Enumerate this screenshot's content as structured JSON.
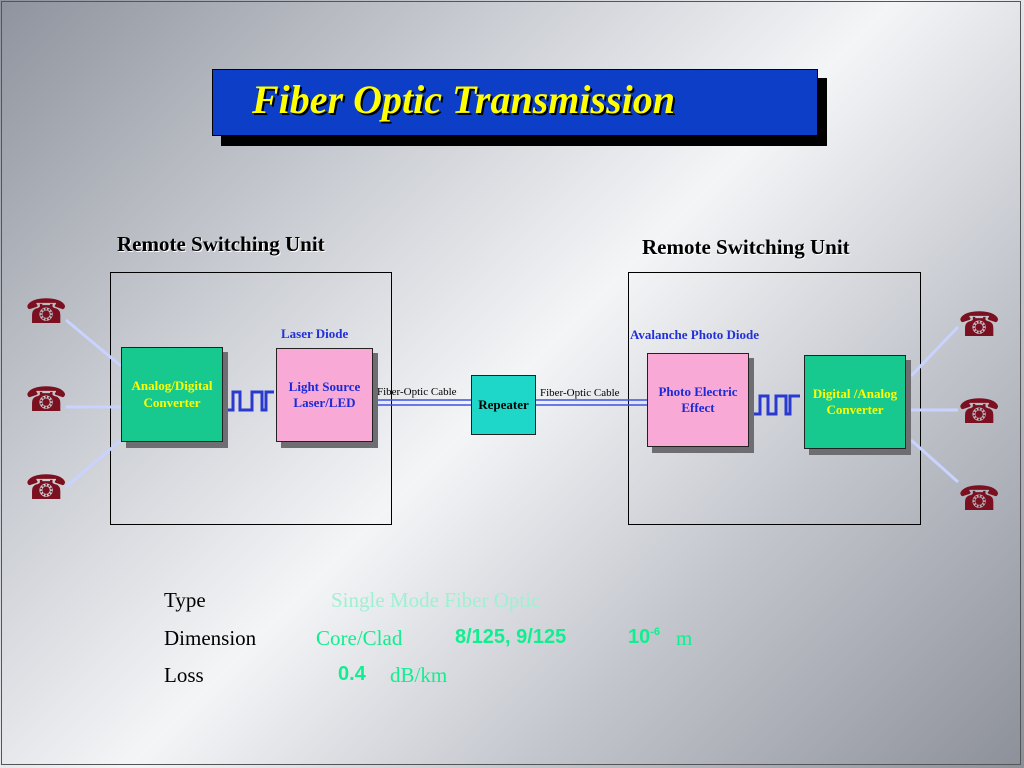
{
  "title": "Fiber Optic Transmission",
  "left_unit": {
    "label": "Remote Switching Unit",
    "converter": "Analog/Digital\nConverter",
    "source_caption": "Laser Diode",
    "source": "Light Source\nLaser/LED"
  },
  "right_unit": {
    "label": "Remote Switching Unit",
    "detector_caption": "Avalanche Photo Diode",
    "detector": "Photo Electric\nEffect",
    "converter": "Digital /Analog\nConverter"
  },
  "link": {
    "cable_left": "Fiber-Optic Cable",
    "repeater": "Repeater",
    "cable_right": "Fiber-Optic Cable"
  },
  "icons": {
    "phone": "telephone-icon",
    "phone_glyph": "☎"
  },
  "specs": {
    "type_label": "Type",
    "type_value": "Single Mode Fiber Optic",
    "dimension_label": "Dimension",
    "dimension_core": "Core/Clad",
    "dimension_sizes": "8/125, 9/125",
    "dimension_base": "10",
    "dimension_exp": "-6",
    "dimension_unit": "m",
    "loss_label": "Loss",
    "loss_value": "0.4",
    "loss_unit": "dB/km"
  },
  "colors": {
    "title_bg": "#0d3ec8",
    "title_text": "#ffff00",
    "converter_bg": "#17c98e",
    "optics_bg": "#f8a9d6",
    "repeater_bg": "#1fd7c8",
    "signal_wave": "#2a3ad0"
  }
}
